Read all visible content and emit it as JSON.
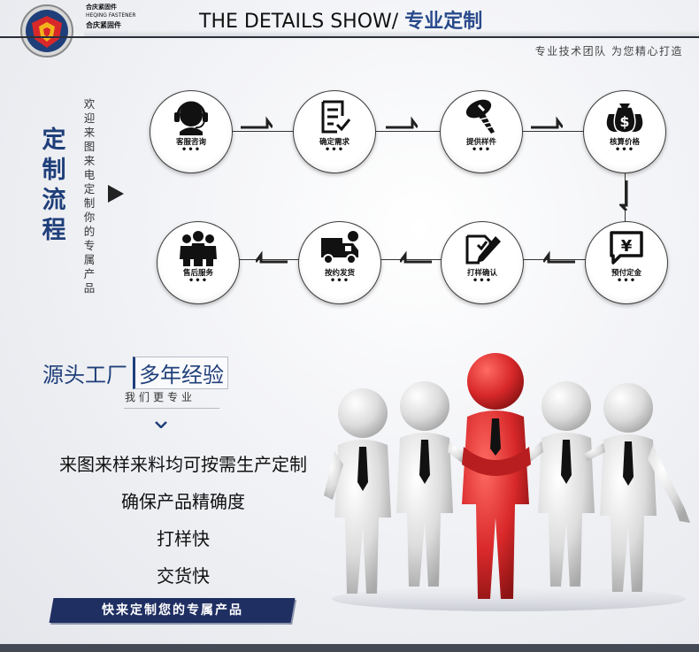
{
  "header": {
    "brand_cn": "合庆紧固件",
    "brand_en": "HEQING FASTENER",
    "brand_cn2": "合庆紧固件",
    "title_en": "THE DETAILS SHOW/",
    "title_cn": "专业定制",
    "subtitle": "专业技术团队 为您精心打造"
  },
  "side": {
    "title_chars": [
      "定",
      "制",
      "流",
      "程"
    ],
    "subtitle": "欢迎来图来电定制你的专属产品"
  },
  "steps": [
    {
      "label": "客服咨询",
      "icon": "headset-icon",
      "dots": "•••"
    },
    {
      "label": "确定需求",
      "icon": "checklist-icon",
      "dots": "•••"
    },
    {
      "label": "提供样件",
      "icon": "screw-icon",
      "dots": "•••"
    },
    {
      "label": "核算价格",
      "icon": "money-bags-icon",
      "dots": "•••"
    },
    {
      "label": "预付定金",
      "icon": "yen-chat-icon",
      "dots": "•••"
    },
    {
      "label": "打样确认",
      "icon": "pencil-edit-icon",
      "dots": "•••"
    },
    {
      "label": "按约发货",
      "icon": "truck-icon",
      "dots": "•••"
    },
    {
      "label": "售后服务",
      "icon": "team-icon",
      "dots": "•••"
    }
  ],
  "promo": {
    "slogan_a": "源头工厂",
    "slogan_b": "多年经验",
    "slogan_sub": "我们更专业",
    "features": [
      "来图来样来料均可按需生产定制",
      "确保产品精确度",
      "打样快",
      "交货快"
    ],
    "banner": "快来定制您的专属产品"
  },
  "colors": {
    "navy": "#1f3f7a",
    "banner": "#1f2f62",
    "red": "#d8282a"
  }
}
